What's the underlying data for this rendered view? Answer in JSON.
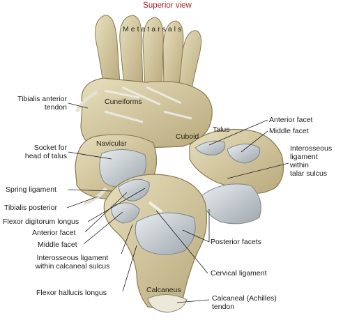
{
  "title": "Superior view",
  "bone_labels": {
    "metatarsals": "Metatarsals",
    "cuneiforms": "Cuneiforms",
    "navicular": "Navicular",
    "cuboid": "Cuboid",
    "talus": "Talus",
    "calcaneus": "Calcaneus"
  },
  "left_labels": {
    "tibialis_anterior": [
      "Tibialis anterior",
      "tendon"
    ],
    "socket": [
      "Socket for",
      "head of talus"
    ],
    "spring": "Spring ligament",
    "tibialis_posterior": "Tibialis posterior",
    "flexor_digitorum": "Flexor digitorum longus",
    "anterior_facet": "Anterior facet",
    "middle_facet": "Middle facet",
    "interosseous_calc": [
      "Interosseous ligament",
      "within calcaneal sulcus"
    ],
    "flexor_hallucis": "Flexor hallucis longus"
  },
  "right_labels": {
    "anterior_facet": "Anterior facet",
    "middle_facet": "Middle facet",
    "interosseous_talar": [
      "Interosseous",
      "ligament",
      "within",
      "talar sulcus"
    ],
    "posterior_facets": "Posterior facets",
    "cervical": "Cervical ligament",
    "achilles": [
      "Calcaneal (Achilles)",
      "tendon"
    ]
  },
  "colors": {
    "bone": "#d9cfa9",
    "bone_shade": "#a8986c",
    "cartilage": "#c9cfd4",
    "tendon": "#e6e1d2",
    "title": "#a8232b"
  }
}
